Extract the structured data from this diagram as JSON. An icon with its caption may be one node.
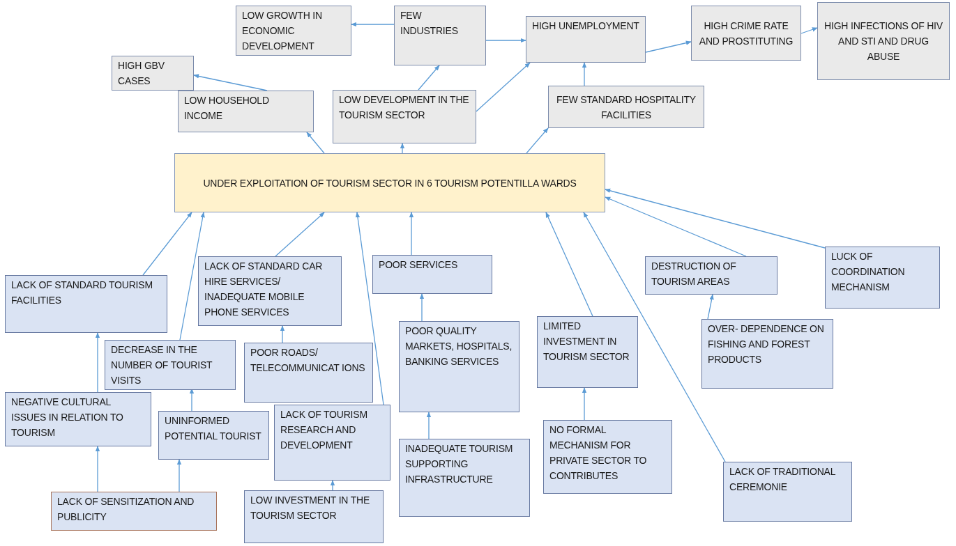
{
  "diagram": {
    "nodes": [
      {
        "text": [
          "LOW GROWTH IN ECONOMIC DEVELOPMENT"
        ]
      },
      {
        "text": [
          "FEW INDUSTRIES"
        ]
      },
      {
        "text": [
          "HIGH UNEMPLOYMENT"
        ]
      },
      {
        "text": [
          "HIGH CRIME RATE AND PROSTITUTING"
        ]
      },
      {
        "text": [
          "HIGH INFECTIONS OF HIV AND STI AND DRUG ABUSE"
        ]
      },
      {
        "text": [
          "HIGH GBV CASES"
        ]
      },
      {
        "text": [
          "LOW HOUSEHOLD INCOME"
        ]
      },
      {
        "text": [
          "LOW DEVELOPMENT IN THE TOURISM SECTOR"
        ]
      },
      {
        "text": [
          "FEW STANDARD HOSPITALITY FACILITIES"
        ]
      },
      {
        "text": [
          "UNDER EXPLOITATION OF TOURISM SECTOR IN 6 TOURISM POTENTILLA WARDS"
        ]
      },
      {
        "text": [
          "LACK OF STANDARD TOURISM FACILITIES"
        ]
      },
      {
        "text": [
          "LACK OF STANDARD CAR HIRE SERVICES/ INADEQUATE MOBILE PHONE SERVICES"
        ]
      },
      {
        "text": [
          "POOR SERVICES"
        ]
      },
      {
        "text": [
          "DECREASE IN THE NUMBER OF TOURIST VISITS"
        ]
      },
      {
        "text": [
          "POOR ROADS/ TELECOMMUNICAT IONS"
        ]
      },
      {
        "text": [
          "POOR QUALITY MARKETS, HOSPITALS, BANKING SERVICES"
        ]
      },
      {
        "text": [
          "LIMITED INVESTMENT IN TOURISM SECTOR"
        ]
      },
      {
        "text": [
          "DESTRUCTION OF TOURISM AREAS"
        ]
      },
      {
        "text": [
          "LUCK OF COORDINATION MECHANISM"
        ]
      },
      {
        "text": [
          "OVER- DEPENDENCE ON FISHING AND FOREST PRODUCTS"
        ]
      },
      {
        "text": [
          "NEGATIVE CULTURAL ISSUES IN RELATION TO TOURISM"
        ]
      },
      {
        "text": [
          "UNINFORMED POTENTIAL TOURIST"
        ]
      },
      {
        "text": [
          "LACK OF TOURISM RESEARCH AND DEVELOPMENT"
        ]
      },
      {
        "text": [
          "INADEQUATE TOURISM SUPPORTING INFRASTRUCTURE"
        ]
      },
      {
        "text": [
          "NO FORMAL MECHANISM FOR PRIVATE SECTOR TO CONTRIBUTES"
        ]
      },
      {
        "text": [
          "LACK OF TRADITIONAL CEREMONIE"
        ]
      },
      {
        "text": [
          "LACK OF SENSITIZATION AND PUBLICITY"
        ]
      },
      {
        "text": [
          "LOW INVESTMENT IN THE TOURISM SECTOR"
        ]
      }
    ],
    "edges": [
      {
        "from": 1,
        "to": 0,
        "arrow": "to"
      },
      {
        "from": 1,
        "to": 2,
        "arrow": "to"
      },
      {
        "from": 2,
        "to": 3,
        "arrow": "to"
      },
      {
        "from": 3,
        "to": 4,
        "arrow": "to"
      },
      {
        "from": 7,
        "to": 1,
        "arrow": "to"
      },
      {
        "from": 7,
        "to": 2,
        "arrow": "to"
      },
      {
        "from": 8,
        "to": 2,
        "arrow": "to"
      },
      {
        "from": 6,
        "to": 5,
        "arrow": "to"
      },
      {
        "from": 9,
        "to": 6,
        "arrow": "to"
      },
      {
        "from": 9,
        "to": 7,
        "arrow": "to"
      },
      {
        "from": 9,
        "to": 8,
        "arrow": "to"
      },
      {
        "from": 10,
        "to": 9,
        "arrow": "to"
      },
      {
        "from": 13,
        "to": 9,
        "arrow": "to"
      },
      {
        "from": 11,
        "to": 9,
        "arrow": "to"
      },
      {
        "from": 22,
        "to": 9,
        "arrow": "to"
      },
      {
        "from": 12,
        "to": 9,
        "arrow": "to"
      },
      {
        "from": 16,
        "to": 9,
        "arrow": "to"
      },
      {
        "from": 25,
        "to": 9,
        "arrow": "to"
      },
      {
        "from": 17,
        "to": 9,
        "arrow": "to"
      },
      {
        "from": 18,
        "to": 9,
        "arrow": "to"
      },
      {
        "from": 20,
        "to": 10,
        "arrow": "to"
      },
      {
        "from": 21,
        "to": 13,
        "arrow": "to"
      },
      {
        "from": 14,
        "to": 11,
        "arrow": "to"
      },
      {
        "from": 15,
        "to": 12,
        "arrow": "to"
      },
      {
        "from": 23,
        "to": 15,
        "arrow": "to"
      },
      {
        "from": 24,
        "to": 16,
        "arrow": "to"
      },
      {
        "from": 19,
        "to": 17,
        "arrow": "to"
      },
      {
        "from": 26,
        "to": 20,
        "arrow": "to"
      },
      {
        "from": 26,
        "to": 21,
        "arrow": "to"
      },
      {
        "from": 27,
        "to": 22,
        "arrow": "to"
      }
    ]
  }
}
